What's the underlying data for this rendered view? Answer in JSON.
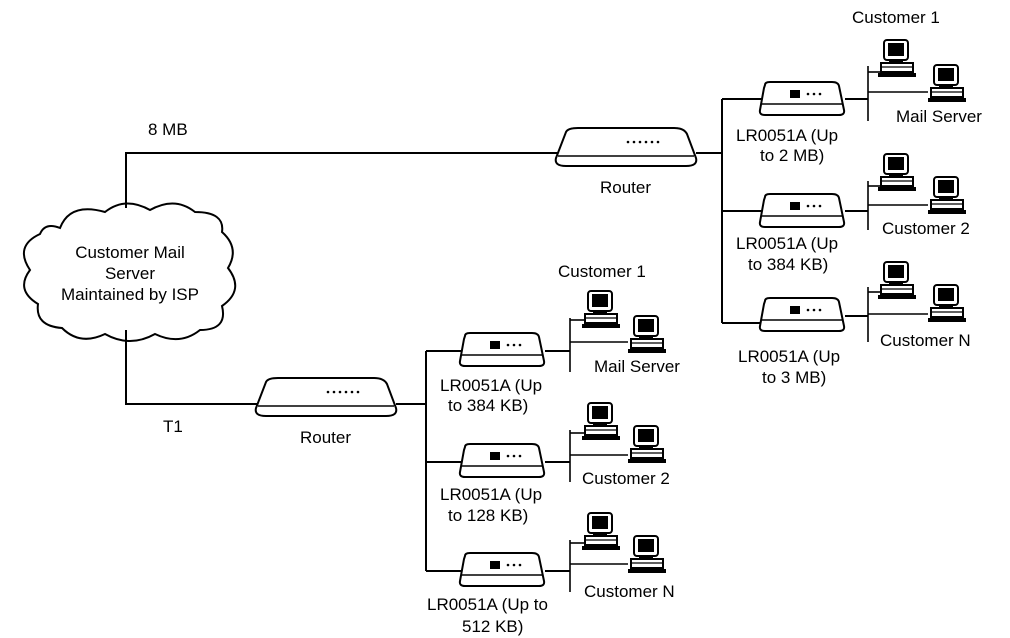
{
  "cloud": {
    "label_lines": [
      "Customer Mail",
      "Server",
      "Maintained by ISP"
    ]
  },
  "links": {
    "top_speed": "8 MB",
    "bottom_speed": "T1"
  },
  "routers": {
    "top_label": "Router",
    "bottom_label": "Router"
  },
  "top_site": {
    "modems": [
      {
        "label_lines": [
          "LR0051A (Up",
          "to 2 MB)"
        ]
      },
      {
        "label_lines": [
          "LR0051A (Up",
          "to 384 KB)"
        ]
      },
      {
        "label_lines": [
          "LR0051A (Up",
          "to 3 MB)"
        ]
      }
    ],
    "customers": [
      {
        "top_label": "Customer 1",
        "side_label": "Mail Server"
      },
      {
        "side_label": "Customer 2"
      },
      {
        "side_label": "Customer N"
      }
    ]
  },
  "bottom_site": {
    "modems": [
      {
        "label_lines": [
          "LR0051A (Up",
          "to 384 KB)"
        ]
      },
      {
        "label_lines": [
          "LR0051A (Up",
          "to 128 KB)"
        ]
      },
      {
        "label_lines": [
          "LR0051A (Up to",
          "512 KB)"
        ]
      }
    ],
    "customers": [
      {
        "top_label": "Customer 1",
        "side_label": "Mail Server"
      },
      {
        "side_label": "Customer 2"
      },
      {
        "side_label": "Customer N"
      }
    ]
  }
}
